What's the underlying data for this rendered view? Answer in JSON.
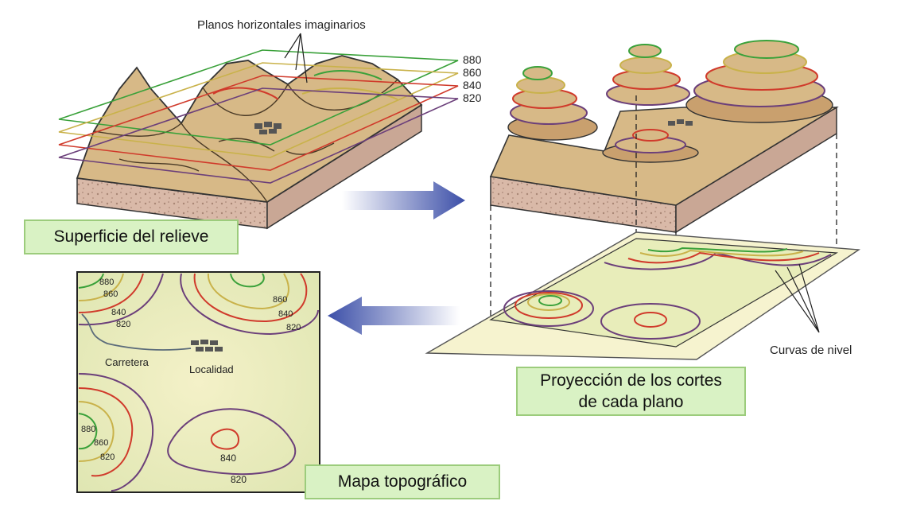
{
  "labels": {
    "planes_title": "Planos horizontales imaginarios",
    "surface": "Superficie del relieve",
    "projection_line1": "Proyección de los cortes",
    "projection_line2": "de cada plano",
    "contours": "Curvas de nivel",
    "map": "Mapa topográfico"
  },
  "plane_levels": [
    "880",
    "860",
    "840",
    "820"
  ],
  "map_labels": {
    "tl_880": "880",
    "tl_860": "860",
    "tl_840": "840",
    "tl_820": "820",
    "tr_860": "860",
    "tr_840": "840",
    "tr_820": "820",
    "bl_880": "880",
    "bl_860": "860",
    "bl_820": "820",
    "bc_840": "840",
    "bc_820": "820",
    "road": "Carretera",
    "town": "Localidad"
  },
  "colors": {
    "level_880": "#3aa13a",
    "level_860": "#c9b24a",
    "level_840": "#d03a2b",
    "level_820": "#6b3f7a",
    "label_box_fill": "#d9f2c4",
    "arrow": "#3c4fa8"
  }
}
